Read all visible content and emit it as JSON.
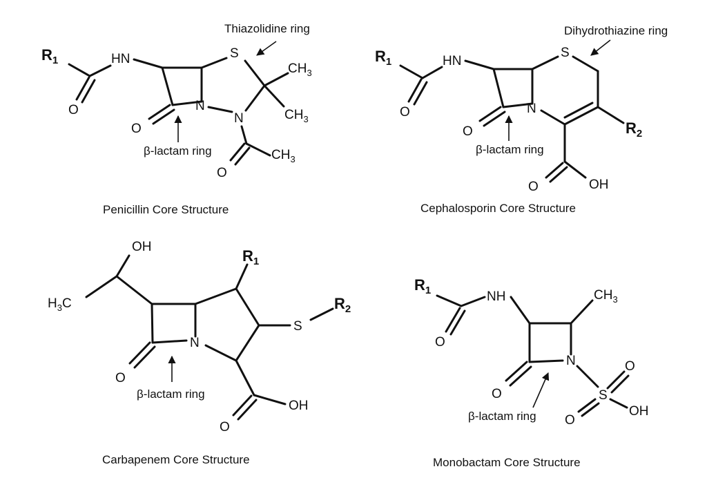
{
  "colors": {
    "r1": "#e8352b",
    "r2": "#1f7ec6",
    "ink": "#111111"
  },
  "substituent": {
    "r_letter": "R",
    "r1_index": "1",
    "r2_index": "2"
  },
  "atoms": {
    "hn": "HN",
    "nh": "NH",
    "n": "N",
    "o": "O",
    "oh": "OH",
    "s": "S",
    "ch3": "CH",
    "h3c": "H",
    "c": "C",
    "three": "3"
  },
  "annotations": {
    "beta_lactam": "β-lactam ring",
    "thiazolidine": "Thiazolidine ring",
    "dihydrothiazine": "Dihydrothiazine ring"
  },
  "captions": {
    "penicillin": "Penicillin Core Structure",
    "cephalosporin": "Cephalosporin Core Structure",
    "carbapenem": "Carbapenem Core Structure",
    "monobactam": "Monobactam Core Structure"
  }
}
